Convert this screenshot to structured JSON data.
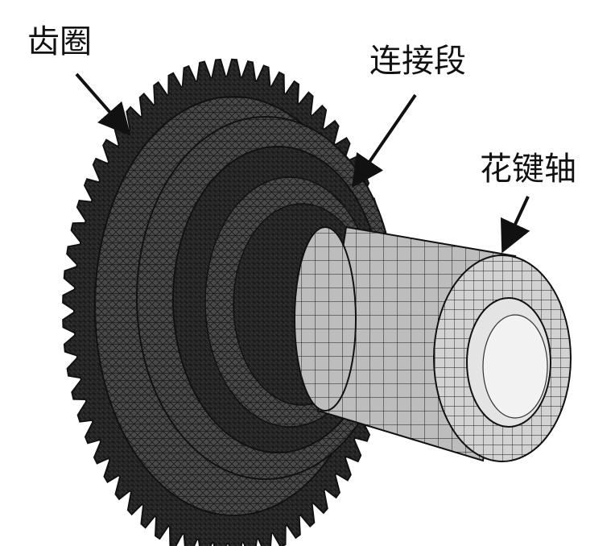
{
  "labels": {
    "gear_ring": "齿圈",
    "connecting_section": "连接段",
    "spline_shaft": "花键轴"
  },
  "colors": {
    "background": "#ffffff",
    "mesh_line": "#1a1a1a",
    "gear_body": "#3a3a3a",
    "shaft_surface": "#bdbdbd",
    "label": "#111111"
  }
}
